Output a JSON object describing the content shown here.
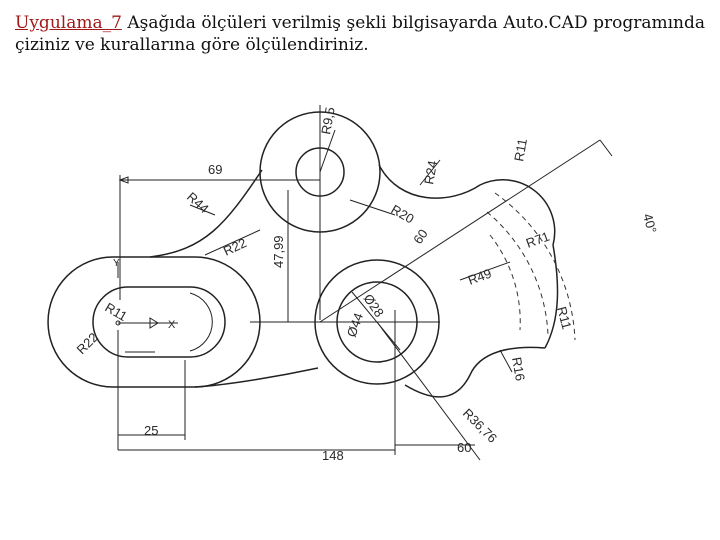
{
  "heading": {
    "tag": "Uygulama_7",
    "text": " Aşağıda ölçüleri verilmiş şekli bilgisayarda Auto.CAD programında çiziniz ve kurallarına göre ölçülendiriniz."
  },
  "dimensions": {
    "r9_5": "R9,5",
    "r11_top": "R11",
    "r24": "R24",
    "angle_40": "40°",
    "d69": "69",
    "r44": "R44",
    "r20": "R20",
    "d60_small": "60",
    "r71": "R71",
    "r22_upper": "R22",
    "d47_99": "47,99",
    "r49": "R49",
    "r11_right": "R11",
    "r11_left": "R11",
    "r22_left": "R22",
    "dia28": "Ø28",
    "dia44": "Ø44",
    "r16": "R16",
    "r36_76": "R36,76",
    "d25": "25",
    "d148": "148",
    "d60_bottom": "60",
    "axis_y": "Y",
    "axis_x": "X"
  }
}
